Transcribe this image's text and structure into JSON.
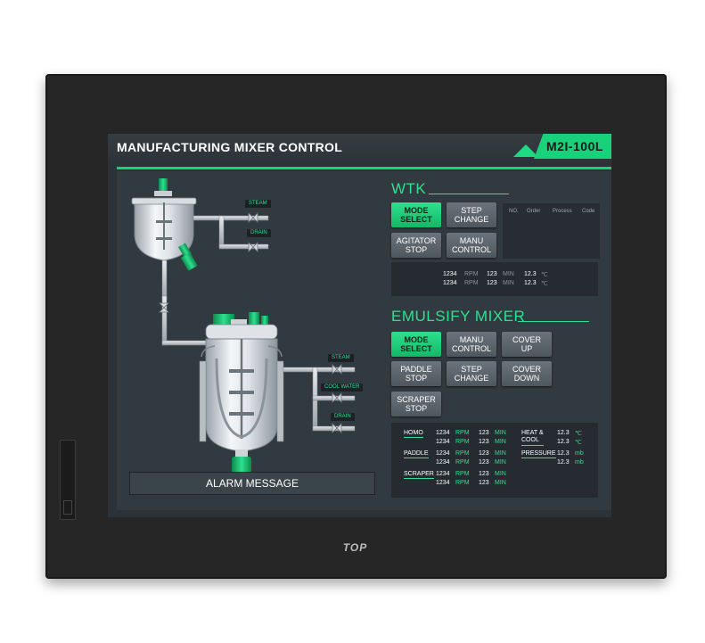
{
  "header": {
    "title": "MANUFACTURING MIXER CONTROL",
    "model": "M2I-100L"
  },
  "brand": "TOP",
  "diagram": {
    "tags": {
      "steam1": "STEAM",
      "drain1": "DRAIN",
      "steam2": "STEAM",
      "cool_water": "COOL WATER",
      "drain2": "DRAIN"
    }
  },
  "alarm": {
    "label": "ALARM MESSAGE"
  },
  "wtk": {
    "title": "WTK",
    "buttons": {
      "mode_select": [
        "MODE",
        "SELECT"
      ],
      "step_change": [
        "STEP",
        "CHANGE"
      ],
      "agitator_stop": [
        "AGITATOR",
        "STOP"
      ],
      "manu_control": [
        "MANU",
        "CONTROL"
      ]
    },
    "table_headers": [
      "NO.",
      "Order",
      "Process",
      "Code"
    ],
    "readout": [
      {
        "rpm": "1234",
        "rpm_unit": "RPM",
        "min": "123",
        "min_unit": "MIN",
        "temp": "12.3",
        "temp_unit": "℃"
      },
      {
        "rpm": "1234",
        "rpm_unit": "RPM",
        "min": "123",
        "min_unit": "MIN",
        "temp": "12.3",
        "temp_unit": "℃"
      }
    ]
  },
  "emulsify": {
    "title": "EMULSIFY MIXER",
    "buttons": {
      "mode_select": [
        "MODE",
        "SELECT"
      ],
      "manu_control": [
        "MANU",
        "CONTROL"
      ],
      "cover_up": [
        "COVER",
        "UP"
      ],
      "paddle_stop": [
        "PADDLE",
        "STOP"
      ],
      "step_change": [
        "STEP",
        "CHANGE"
      ],
      "cover_down": [
        "COVER",
        "DOWN"
      ],
      "scraper_stop": [
        "SCRAPER",
        "STOP"
      ]
    },
    "readout": {
      "homo": {
        "label": "HOMO",
        "rows": [
          [
            "1234",
            "RPM",
            "123",
            "MIN"
          ],
          [
            "1234",
            "RPM",
            "123",
            "MIN"
          ]
        ]
      },
      "paddle": {
        "label": "PADDLE",
        "rows": [
          [
            "1234",
            "RPM",
            "123",
            "MIN"
          ],
          [
            "1234",
            "RPM",
            "123",
            "MIN"
          ]
        ]
      },
      "scraper": {
        "label": "SCRAPER",
        "rows": [
          [
            "1234",
            "RPM",
            "123",
            "MIN"
          ],
          [
            "1234",
            "RPM",
            "123",
            "MIN"
          ]
        ]
      },
      "heat_cool": {
        "label": [
          "HEAT &",
          "COOL"
        ],
        "rows": [
          [
            "12.3",
            "℃"
          ],
          [
            "12.3",
            "℃"
          ]
        ]
      },
      "pressure": {
        "label": "PRESSURE",
        "rows": [
          [
            "12.3",
            "mb"
          ],
          [
            "12.3",
            "mb"
          ]
        ]
      }
    }
  },
  "colors": {
    "accent": "#2ee08f",
    "panel": "#323a41",
    "bezel": "#262626"
  }
}
